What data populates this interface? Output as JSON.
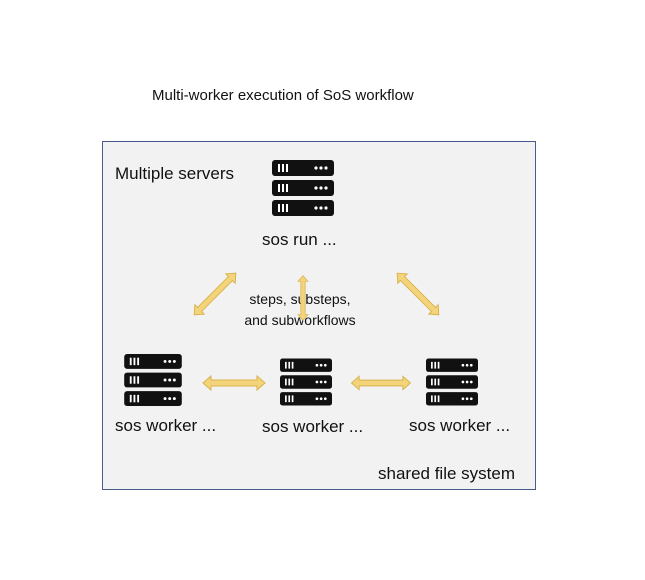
{
  "diagram": {
    "title": "Multi-worker execution of SoS workflow",
    "panel_label": "Multiple servers",
    "footer_label": "shared file system",
    "master": {
      "label": "sos run ...",
      "icon": "server-rack-icon"
    },
    "center_text": {
      "line1": "steps, substeps,",
      "line2": "and subworkflows"
    },
    "workers": [
      {
        "label": "sos worker ...",
        "icon": "server-rack-icon"
      },
      {
        "label": "sos worker ...",
        "icon": "server-rack-icon"
      },
      {
        "label": "sos worker ...",
        "icon": "server-rack-icon"
      }
    ],
    "colors": {
      "arrow": "#f4d47a",
      "arrow_outline": "#d8b24c",
      "server": "#111111",
      "panel_bg": "#f2f2f2",
      "panel_border": "#4a5a8c"
    }
  }
}
